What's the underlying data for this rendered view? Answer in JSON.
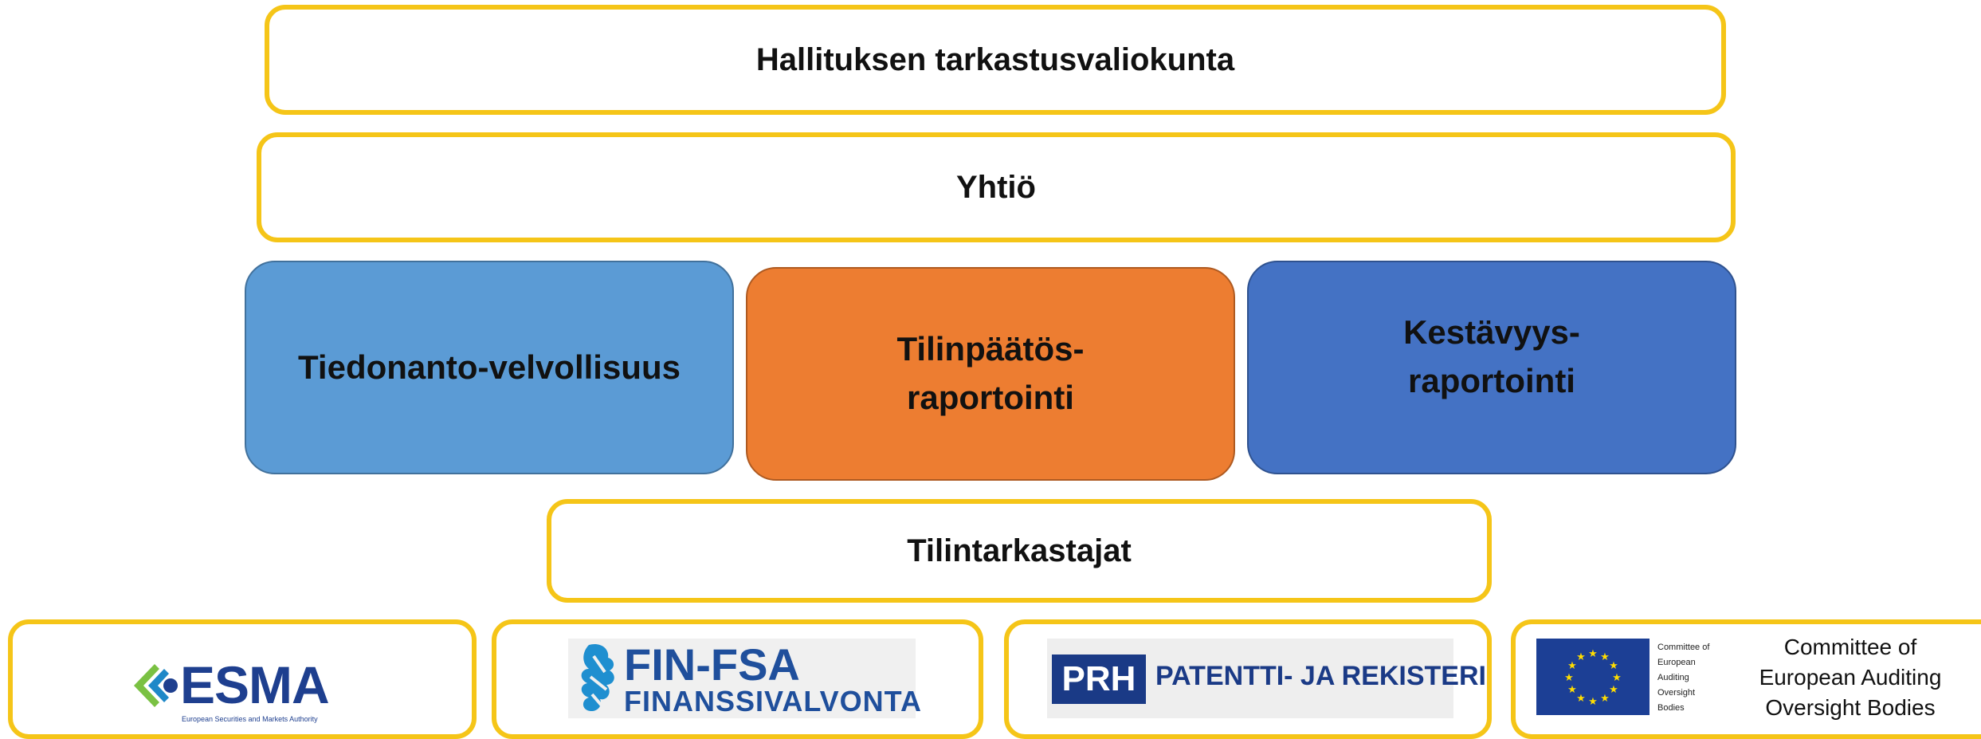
{
  "boxes": {
    "top": "Hallituksen tarkastusvaliokunta",
    "company": "Yhtiö",
    "auditors": "Tilintarkastajat"
  },
  "reporting": [
    {
      "line1": "Tiedonanto-velvollisuus",
      "line2": "",
      "color": "#5b9bd5"
    },
    {
      "line1": "Tilinpäätös-",
      "line2": "raportointi",
      "color": "#ed7d31"
    },
    {
      "line1": "Kestävyys-",
      "line2": "raportointi",
      "color": "#4472c4"
    }
  ],
  "logos": {
    "esma": {
      "name": "ESMA",
      "subtitle": "European Securities and Markets Authority",
      "color": "#1e3f8f"
    },
    "finfsa": {
      "name": "FIN-FSA",
      "subtitle": "FINANSSIVALVONTA",
      "color": "#1f4f9c"
    },
    "prh": {
      "badge": "PRH",
      "name": "PATENTTI- JA REKISTERIHALLITUS",
      "color": "#1a3a86"
    },
    "ceaob": {
      "small_lines": [
        "Committee of",
        "European",
        "Auditing",
        "Oversight",
        "Bodies"
      ],
      "big_lines": [
        "Committee of",
        "European Auditing",
        "Oversight Bodies"
      ],
      "flag_color": "#1c3f95"
    }
  },
  "colors": {
    "border": "#f5c518"
  }
}
